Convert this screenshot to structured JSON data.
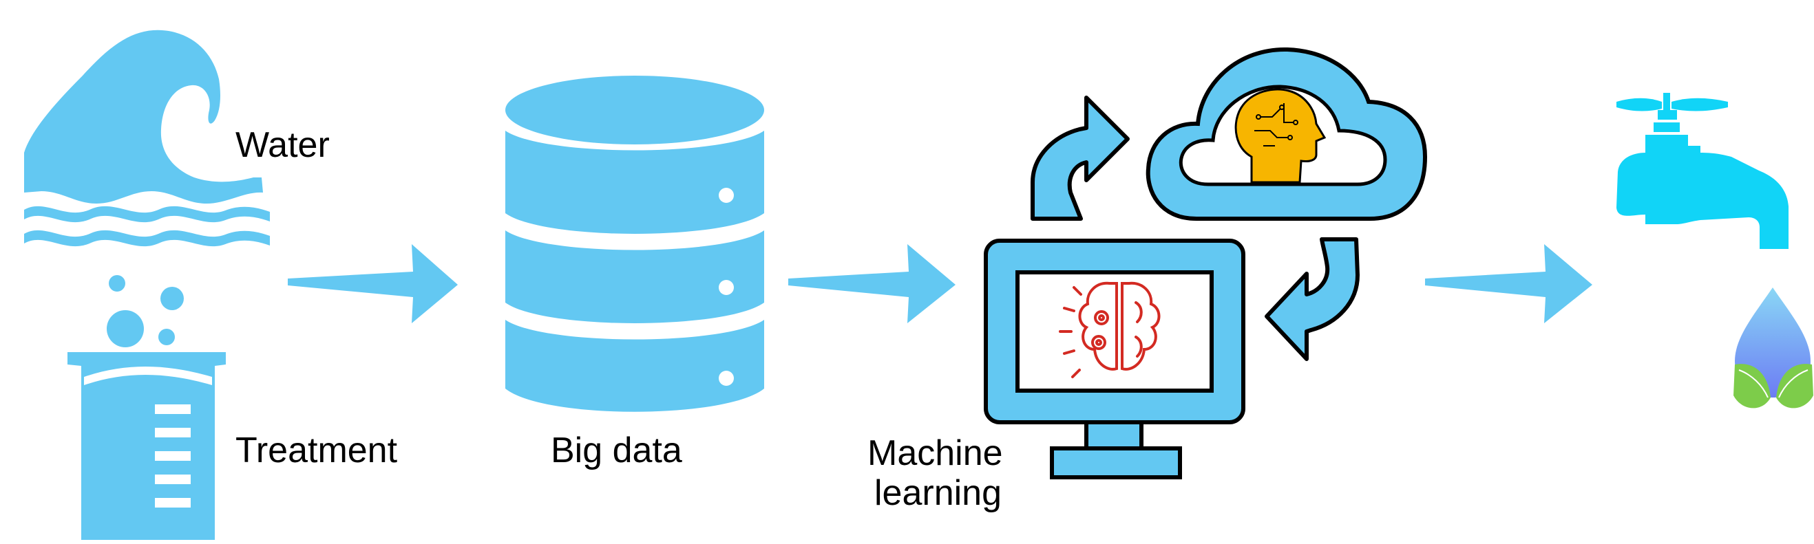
{
  "labels": {
    "water": "Water",
    "treatment": "Treatment",
    "big_data": "Big data",
    "machine_learning_line1": "Machine",
    "machine_learning_line2": "learning"
  },
  "colors": {
    "primary_blue": "#63c8f2",
    "tap_blue": "#11d4f7",
    "outline": "#000000",
    "brain_red": "#d32a22",
    "head_yellow": "#f7b500",
    "drop_top": "#8ad7f5",
    "drop_bottom": "#6c7cf4",
    "leaf_green": "#7dcc4a"
  },
  "icons": {
    "water": "wave-icon",
    "treatment": "beaker-icon",
    "big_data": "database-icon",
    "machine_learning": "monitor-brain-icon",
    "cloud": "cloud-ai-head-icon",
    "cycle": "cycle-arrows-icon",
    "output_tap": "water-tap-icon",
    "output_drop": "drop-leaf-icon"
  }
}
